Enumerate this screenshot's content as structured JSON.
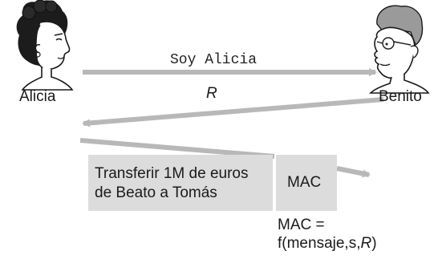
{
  "actors": {
    "left_name": "Alicia",
    "right_name": "Benito"
  },
  "messages": {
    "hello": "Soy Alicia",
    "nonce": "R"
  },
  "payload": {
    "line1": "Transferir 1M de euros",
    "line2": "de Beato a Tomás",
    "mac_label": "MAC"
  },
  "formula": {
    "line1": "MAC =",
    "prefix": "f(mensaje,s,",
    "nonce": "R",
    "suffix": ")"
  },
  "colors": {
    "arrow": "#b8b8b8",
    "box": "#dcdcdc",
    "text": "#1a1a1a"
  }
}
